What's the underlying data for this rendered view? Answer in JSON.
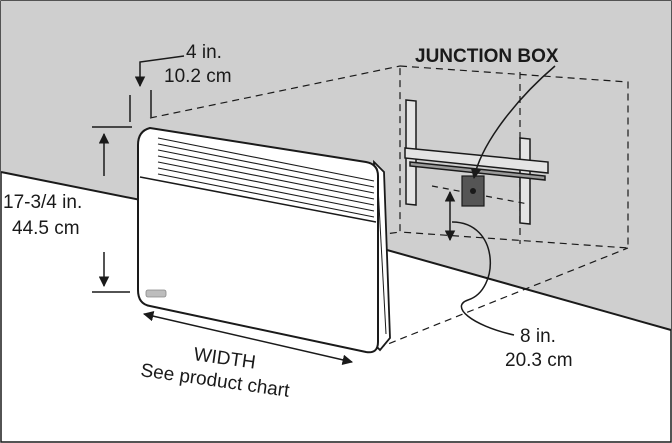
{
  "labels": {
    "depth_in": "4 in.",
    "depth_cm": "10.2 cm",
    "junction_box": "JUNCTION BOX",
    "height_in": "17-3/4 in.",
    "height_cm": "44.5 cm",
    "clearance_in": "8 in.",
    "clearance_cm": "20.3 cm",
    "width": "WIDTH",
    "width_note": "See product chart"
  },
  "colors": {
    "wall": "#cfcfcf",
    "line": "#1a1a1a",
    "heater": "#ffffff",
    "background": "#ffffff"
  }
}
